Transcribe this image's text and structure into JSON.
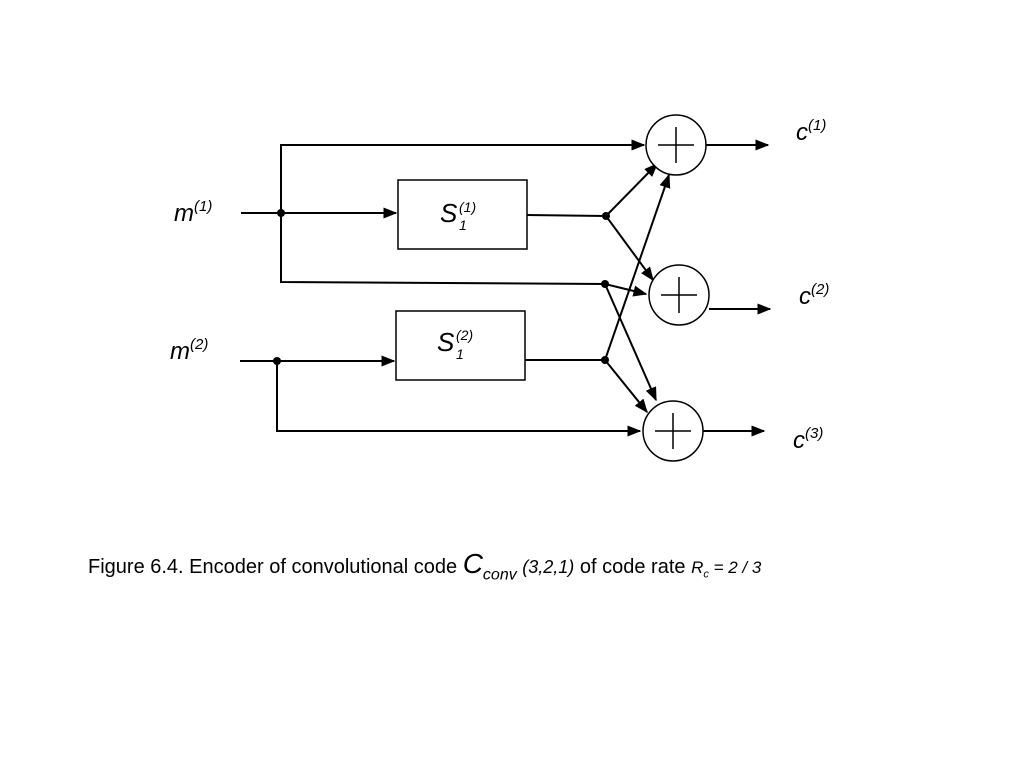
{
  "diagram": {
    "inputs": [
      {
        "base": "m",
        "sup": "(1)"
      },
      {
        "base": "m",
        "sup": "(2)"
      }
    ],
    "registers": [
      {
        "base": "S",
        "sub": "1",
        "sup": "(1)"
      },
      {
        "base": "S",
        "sub": "1",
        "sup": "(2)"
      }
    ],
    "outputs": [
      {
        "base": "c",
        "sup": "(1)"
      },
      {
        "base": "c",
        "sup": "(2)"
      },
      {
        "base": "c",
        "sup": "(3)"
      }
    ]
  },
  "caption": {
    "text": "Figure 6.4. Encoder of convolutional code",
    "code_symbol": "C",
    "code_subscript": "conv",
    "code_params": "(3,2,1)",
    "rate_text": "of code rate",
    "rate_symbol": "R",
    "rate_subscript": "c",
    "rate_value": "= 2 / 3"
  }
}
